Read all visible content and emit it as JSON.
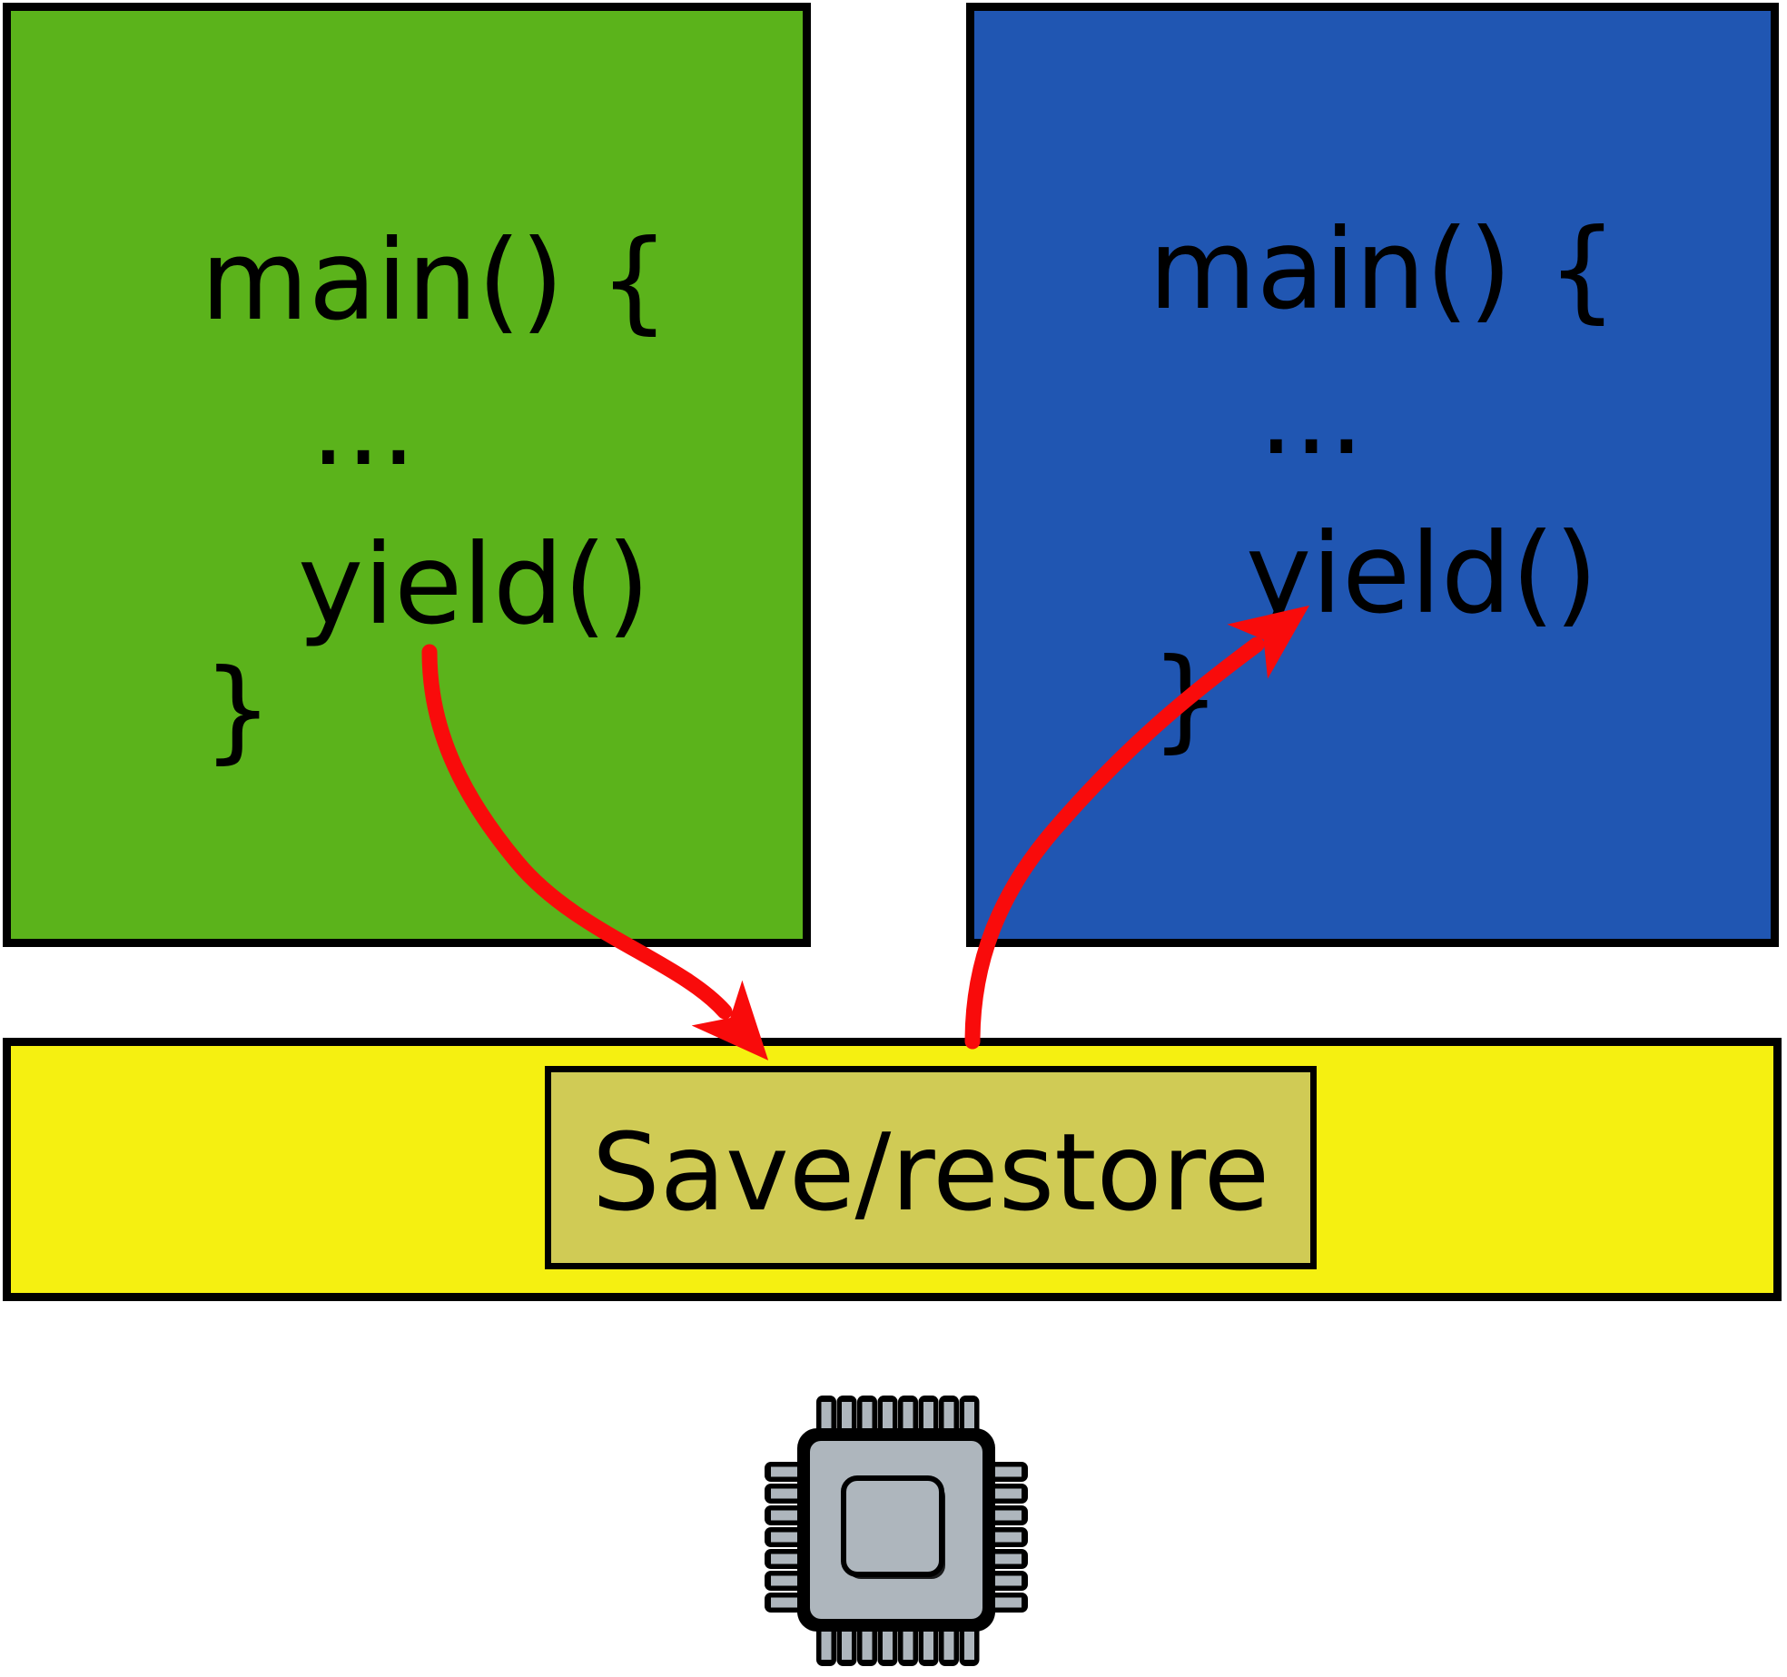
{
  "colors": {
    "thread_a_green": "#5bb31b",
    "thread_b_blue": "#2056b2",
    "kernel_yellow": "#f5f011",
    "save_restore_olive": "#d0cb55",
    "arrow_red": "#f90b0b",
    "chip_gray": "#aeb6bd",
    "outline_black": "#000000"
  },
  "thread_a": {
    "lines": [
      "main() {",
      "...",
      "yield()",
      "}"
    ]
  },
  "thread_b": {
    "lines": [
      "main() {",
      "...",
      "yield()",
      "}"
    ]
  },
  "kernel": {
    "save_restore_label": "Save/restore"
  },
  "icons": {
    "cpu": "cpu-chip"
  }
}
